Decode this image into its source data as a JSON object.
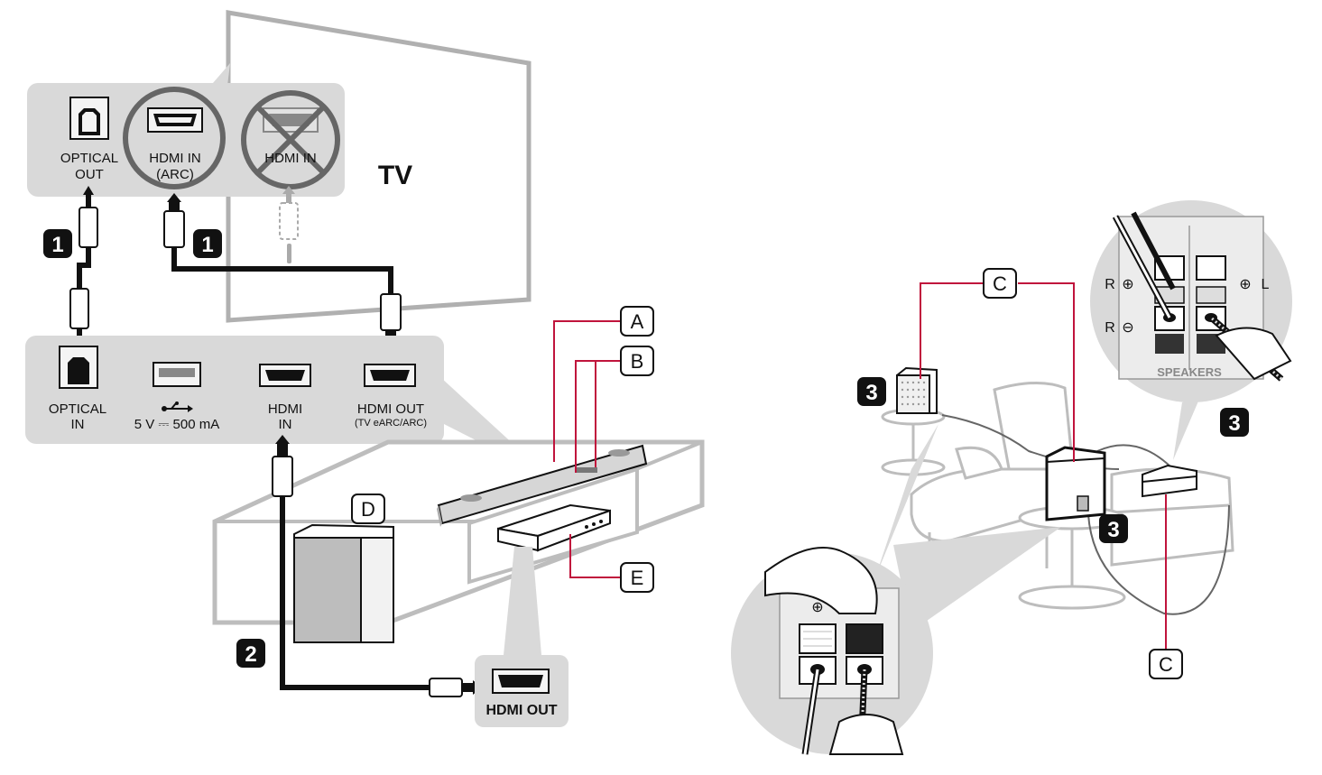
{
  "tv": {
    "label": "TV",
    "ports": {
      "optical_out_line1": "OPTICAL",
      "optical_out_line2": "OUT",
      "hdmi_in_arc_line1": "HDMI IN",
      "hdmi_in_arc_line2": "(ARC)",
      "hdmi_in_crossed": "HDMI IN"
    }
  },
  "soundbar_panel": {
    "optical_in_line1": "OPTICAL",
    "optical_in_line2": "IN",
    "usb_rating": "5 V ⎓ 500 mA",
    "hdmi_in_line1": "HDMI",
    "hdmi_in_line2": "IN",
    "hdmi_out_line1": "HDMI OUT",
    "hdmi_out_line2": "(TV eARC/ARC)"
  },
  "external_device": {
    "hdmi_out": "HDMI OUT"
  },
  "steps": {
    "step1": "1",
    "step2": "2",
    "step3": "3"
  },
  "callouts": {
    "a": "A",
    "b": "B",
    "c": "C",
    "d": "D",
    "e": "E"
  },
  "speaker_terminals": {
    "r_plus": "R",
    "r_minus": "R",
    "l_plus": "L",
    "speakers": "SPEAKERS"
  },
  "colors": {
    "callout_line": "#c0143c",
    "panel_gray": "#d9d9d9",
    "cable": "#111111"
  }
}
